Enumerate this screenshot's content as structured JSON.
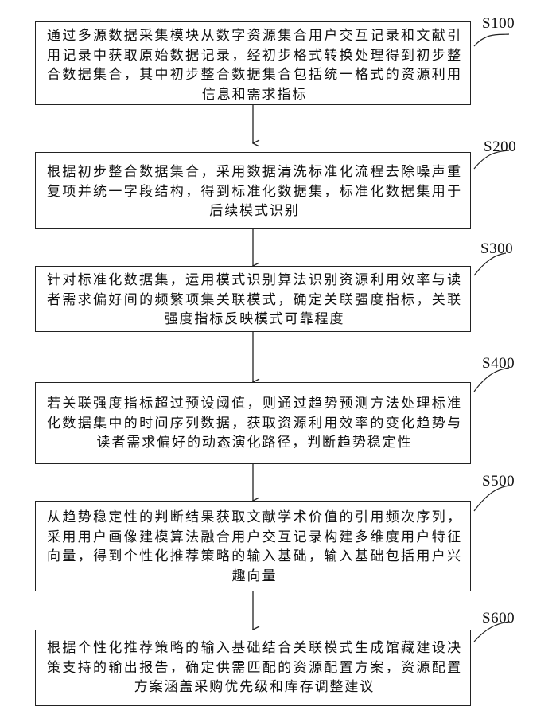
{
  "steps": [
    {
      "id": "S100",
      "text": "通过多源数据采集模块从数字资源集合用户交互记录和文献引用记录中获取原始数据记录，经初步格式转换处理得到初步整合数据集合，其中初步整合数据集合包括统一格式的资源利用信息和需求指标"
    },
    {
      "id": "S200",
      "text": "根据初步整合数据集合，采用数据清洗标准化流程去除噪声重复项并统一字段结构，得到标准化数据集，标准化数据集用于后续模式识别"
    },
    {
      "id": "S300",
      "text": "针对标准化数据集，运用模式识别算法识别资源利用效率与读者需求偏好间的频繁项集关联模式，确定关联强度指标，关联强度指标反映模式可靠程度"
    },
    {
      "id": "S400",
      "text": "若关联强度指标超过预设阈值，则通过趋势预测方法处理标准化数据集中的时间序列数据，获取资源利用效率的变化趋势与读者需求偏好的动态演化路径，判断趋势稳定性"
    },
    {
      "id": "S500",
      "text": "从趋势稳定性的判断结果获取文献学术价值的引用频次序列，采用用户画像建模算法融合用户交互记录构建多维度用户特征向量，得到个性化推荐策略的输入基础，输入基础包括用户兴趣向量"
    },
    {
      "id": "S600",
      "text": "根据个性化推荐策略的输入基础结合关联模式生成馆藏建设决策支持的输出报告，确定供需匹配的资源配置方案，资源配置方案涵盖采购优先级和库存调整建议"
    }
  ]
}
